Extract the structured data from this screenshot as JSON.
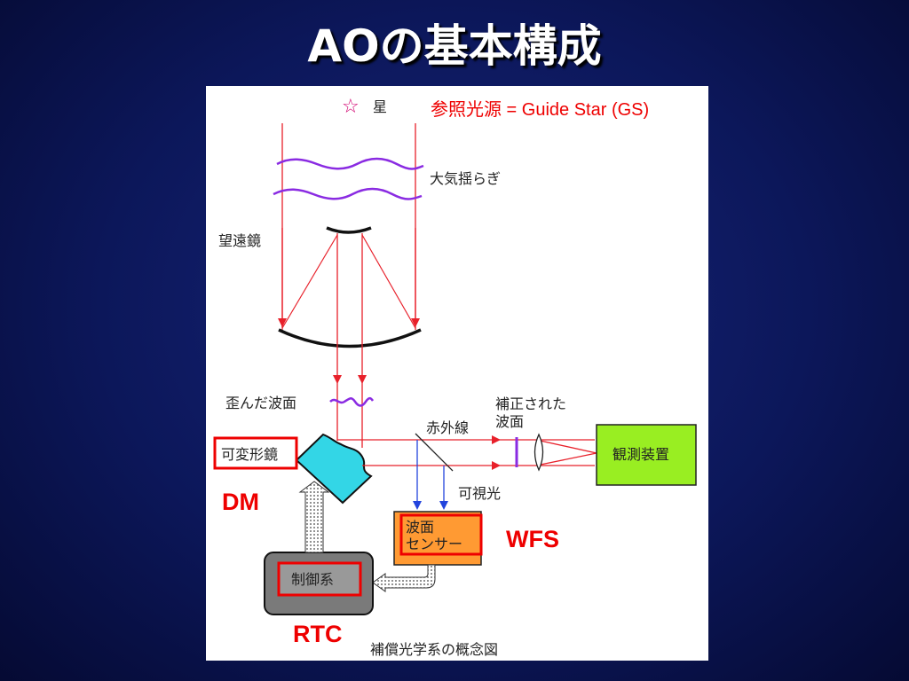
{
  "title": "AOの基本構成",
  "diagram": {
    "star_symbol": "☆",
    "star_label": "星",
    "guide_star_label": "参照光源 = Guide Star (GS)",
    "atmosphere_label": "大気揺らぎ",
    "telescope_label": "望遠鏡",
    "distorted_wavefront_label": "歪んだ波面",
    "corrected_wavefront_label_line1": "補正された",
    "corrected_wavefront_label_line2": "波面",
    "infrared_label": "赤外線",
    "visible_label": "可視光",
    "deformable_mirror_label": "可変形鏡",
    "dm_abbrev": "DM",
    "wfs_label_line1": "波面",
    "wfs_label_line2": "センサー",
    "wfs_abbrev": "WFS",
    "control_label": "制御系",
    "rtc_abbrev": "RTC",
    "instrument_label": "観測装置",
    "caption": "補償光学系の概念図"
  },
  "colors": {
    "beam": "#e8202a",
    "accent_red": "#ee0000",
    "wave": "#8a2be2",
    "mirror_cyan": "#33d6e6",
    "wfs_orange": "#ff9a33",
    "instrument_green": "#99ee22",
    "control_gray": "#7a7a7a",
    "visible_blue": "#2244dd"
  }
}
